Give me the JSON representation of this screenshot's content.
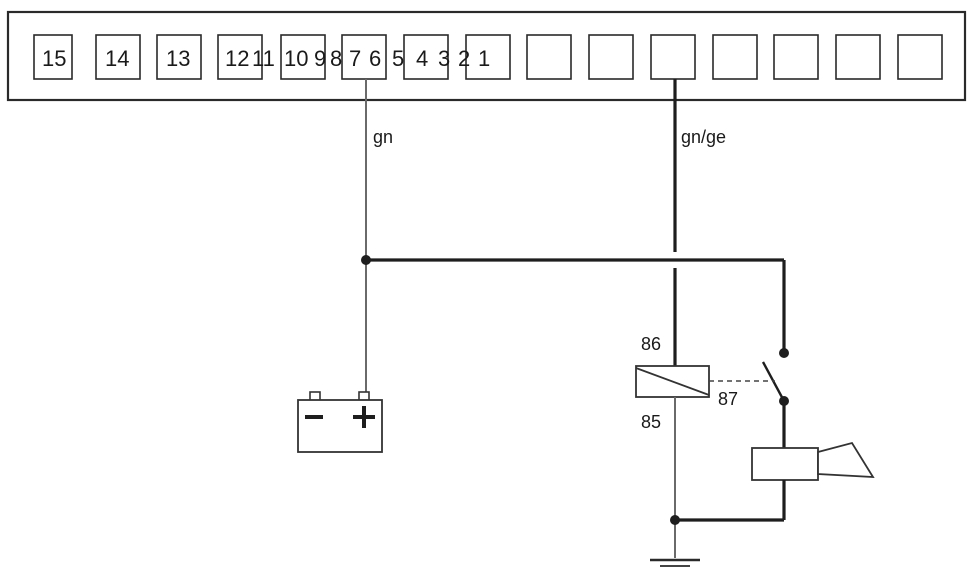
{
  "connector": {
    "pin_labels": [
      "15",
      "14",
      "13",
      "12",
      "11",
      "10",
      "9",
      "8",
      "7",
      "6",
      "5",
      "4",
      "3",
      "2",
      "1"
    ]
  },
  "wires": {
    "left_wire_color": "gn",
    "right_wire_color": "gn/ge"
  },
  "relay": {
    "terminal_86": "86",
    "terminal_85": "85",
    "terminal_87": "87"
  },
  "colors": {
    "line_dark": "#1e1e1e",
    "line_light": "#6a6a6a",
    "background": "#ffffff"
  }
}
